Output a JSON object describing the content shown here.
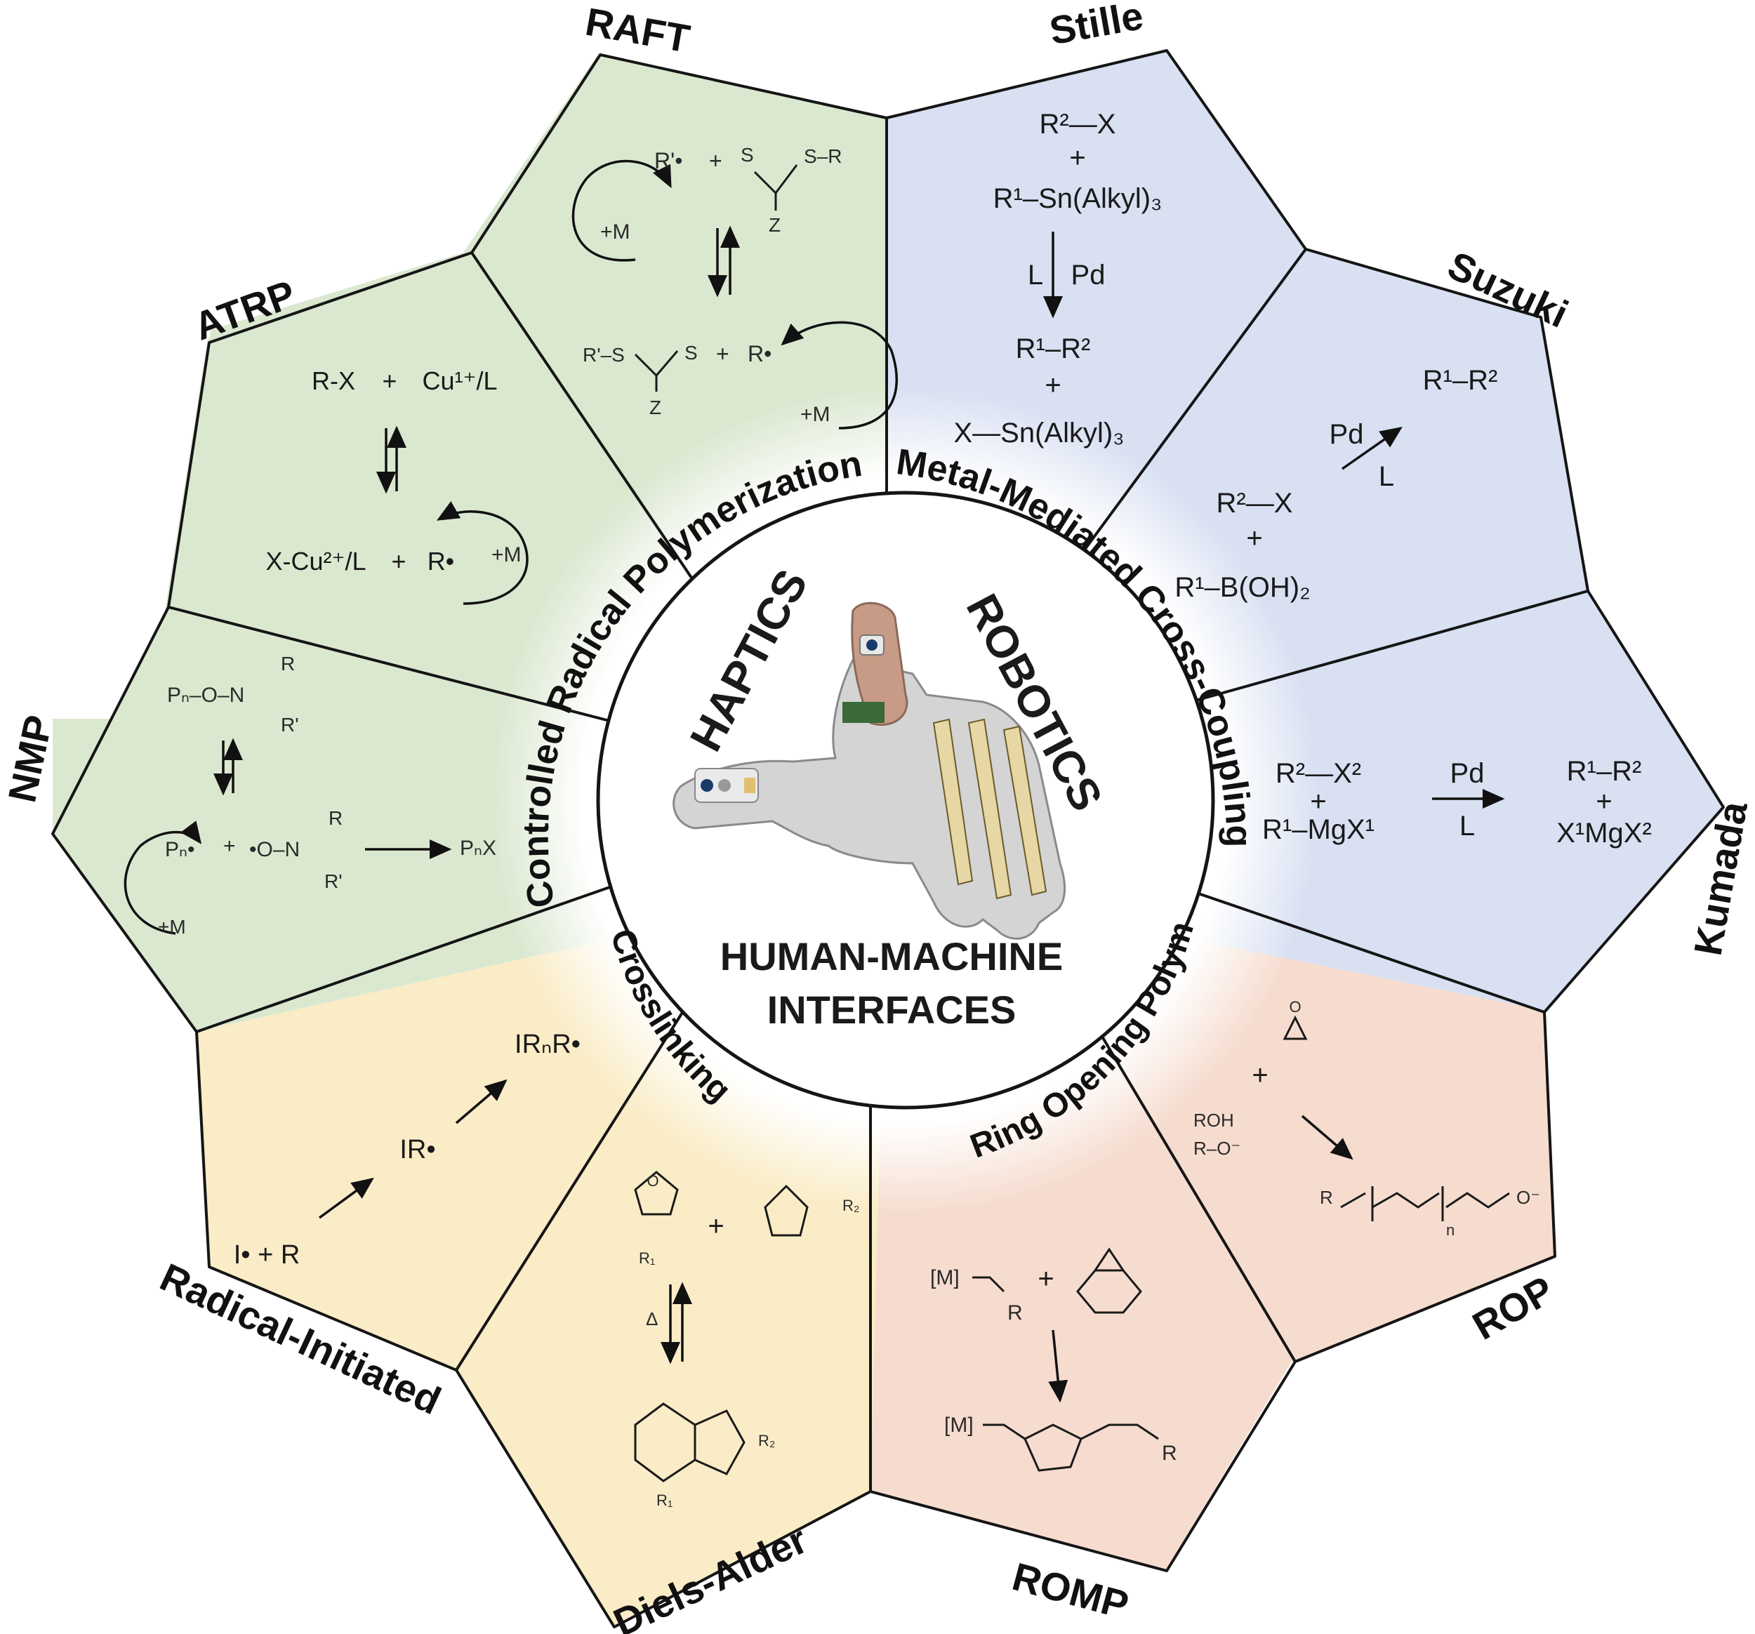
{
  "sections": {
    "crp": {
      "label": "Controlled Radical Polymerization",
      "color": "#dbe8d0"
    },
    "mmcc": {
      "label": "Metal-Mediated Cross-Coupling",
      "color": "#d8e0f2"
    },
    "rop": {
      "label": "Ring Opening Polymerization",
      "color": "#f6dccf"
    },
    "xl": {
      "label": "Crosslinking",
      "color": "#faecc6"
    }
  },
  "petals": {
    "raft": "RAFT",
    "stille": "Stille",
    "suzuki": "Suzuki",
    "kumada": "Kumada",
    "rop": "ROP",
    "romp": "ROMP",
    "diels_alder": "Diels-Alder",
    "radical_initiated": "Radical-Initiated",
    "nmp": "NMP",
    "atrp": "ATRP"
  },
  "center": {
    "haptics": "HAPTICS",
    "robotics": "ROBOTICS",
    "hmi_line1": "HUMAN-MACHINE",
    "hmi_line2": "INTERFACES"
  },
  "stille": {
    "reactant1": "R²—X",
    "plus1": "+",
    "reactant2": "R¹–Sn(Alkyl)₃",
    "cond_l": "L",
    "cond_pd": "Pd",
    "product1": "R¹–R²",
    "plus2": "+",
    "product2": "X—Sn(Alkyl)₃"
  },
  "suzuki": {
    "product": "R¹–R²",
    "cond_pd": "Pd",
    "cond_l": "L",
    "reactant1": "R²—X",
    "plus": "+",
    "reactant2": "R¹–B(OH)₂"
  },
  "kumada": {
    "reactant1": "R²—X²",
    "plus1": "+",
    "reactant2": "R¹–MgX¹",
    "cond_pd": "Pd",
    "cond_l": "L",
    "product1": "R¹–R²",
    "plus2": "+",
    "product2": "X¹MgX²"
  },
  "raft": {
    "radical": "R'•",
    "plus1": "+",
    "monomer1": "+M",
    "cta_s1": "S",
    "cta_sr": "S–R",
    "cta_z1": "Z",
    "cta2_left": "R'–S",
    "cta2_s": "S",
    "cta_z2": "Z",
    "plus2": "+",
    "radical2": "R•",
    "monomer2": "+M"
  },
  "atrp": {
    "reactant": "R-X",
    "plus1": "+",
    "catalyst": "Cu¹⁺/L",
    "deactivator": "X-Cu²⁺/L",
    "plus2": "+",
    "radical": "R•",
    "monomer": "+M"
  },
  "nmp": {
    "alkoxyamine_pn": "Pₙ–O–N",
    "r_top": "R",
    "r_prime": "R'",
    "radical": "Pₙ•",
    "plus": "+",
    "nitroxide": "•O–N",
    "r_top2": "R",
    "r_prime2": "R'",
    "product": "PₙX",
    "monomer": "+M"
  },
  "radical_initiated": {
    "step1": "I• + R",
    "step2": "IR•",
    "step3": "IRₙR•"
  },
  "diels_alder": {
    "plus": "+",
    "r1": "R₁",
    "r2": "R₂",
    "delta": "Δ",
    "r1_product": "R₁",
    "r2_product": "R₂"
  },
  "rop": {
    "plus": "+",
    "initiator1": "ROH",
    "initiator2": "R–O⁻",
    "product_r": "R",
    "product_n": "n",
    "product_end": "O⁻"
  },
  "romp": {
    "catalyst": "[M]",
    "r": "R",
    "plus": "+",
    "product_m": "[M]",
    "product_r": "R"
  }
}
